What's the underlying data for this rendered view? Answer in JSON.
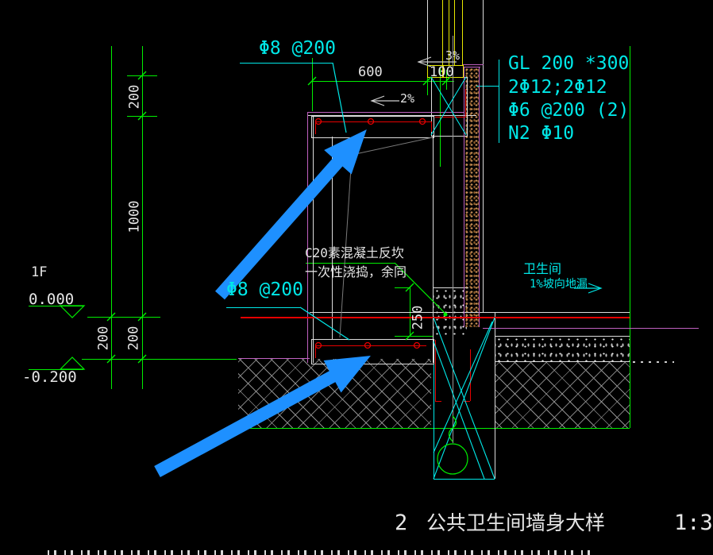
{
  "title": {
    "number": "2",
    "name": "公共卫生间墙身大样",
    "scale": "1:3"
  },
  "notes": {
    "top_rebar": "Φ8 @200",
    "bottom_rebar": "Φ8 @200",
    "beam": {
      "line1": "GL 200 *300",
      "line2": "2Φ12;2Φ12",
      "line3": "Φ6 @200 (2)",
      "line4": "N2 Φ10"
    },
    "curb_note1": "C20素混凝土反坎",
    "curb_note2": "一次性浇捣，余同",
    "room_label": "卫生间",
    "room_slope": "1%坡向地漏",
    "wall_slope": "3%",
    "floor_slope": "2%"
  },
  "dimensions": {
    "top_600": "600",
    "top_100": "100",
    "left_200_upper": "200",
    "left_1000": "1000",
    "left_200_a": "200",
    "left_200_b": "200",
    "curb_250": "250"
  },
  "levels": {
    "storey": "1F",
    "zero": "0.000",
    "minus": "-0.200"
  },
  "colors": {
    "dimension_green": "#00ef00",
    "annotation_cyan": "#00e8e8",
    "structure_white": "#e6e6e6",
    "rebar_red": "#e60000",
    "finish_magenta": "#c061c0",
    "layer_yellow": "#e8e800",
    "highlight_arrow_blue": "#1e90ff"
  }
}
